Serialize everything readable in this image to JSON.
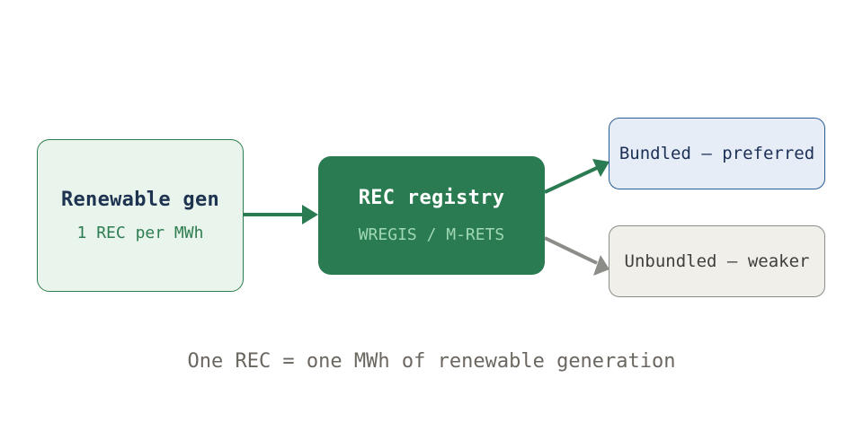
{
  "nodes": {
    "source": {
      "title": "Renewable gen",
      "subtitle": "1 REC per MWh"
    },
    "registry": {
      "title": "REC registry",
      "subtitle": "WREGIS / M-RETS"
    },
    "bundled": {
      "title": "Bundled — preferred"
    },
    "unbundled": {
      "title": "Unbundled — weaker"
    }
  },
  "caption": "One REC = one MWh of renewable generation",
  "colors": {
    "primary_green": "#2a7b51",
    "bundled_blue": "#2b5d94",
    "unbundled_gray": "#8c8c88"
  }
}
